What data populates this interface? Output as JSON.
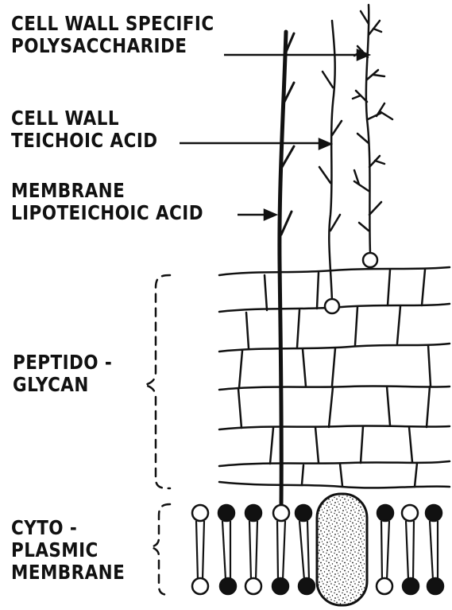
{
  "labels": {
    "cell_wall_polysaccharide": [
      "CELL WALL SPECIFIC",
      "POLYSACCHARIDE"
    ],
    "cell_wall_teichoic_acid": [
      "CELL WALL",
      "TEICHOIC ACID"
    ],
    "membrane_lipoteichoic_acid": [
      "MEMBRANE",
      "LIPOTEICHOIC ACID"
    ],
    "peptidoglycan": [
      "PEPTIDO -",
      "GLYCAN"
    ],
    "cytoplasmic_membrane": [
      "CYTO -",
      "PLASMIC",
      "MEMBRANE"
    ]
  },
  "colors": {
    "ink": "#111111",
    "background": "#ffffff"
  }
}
